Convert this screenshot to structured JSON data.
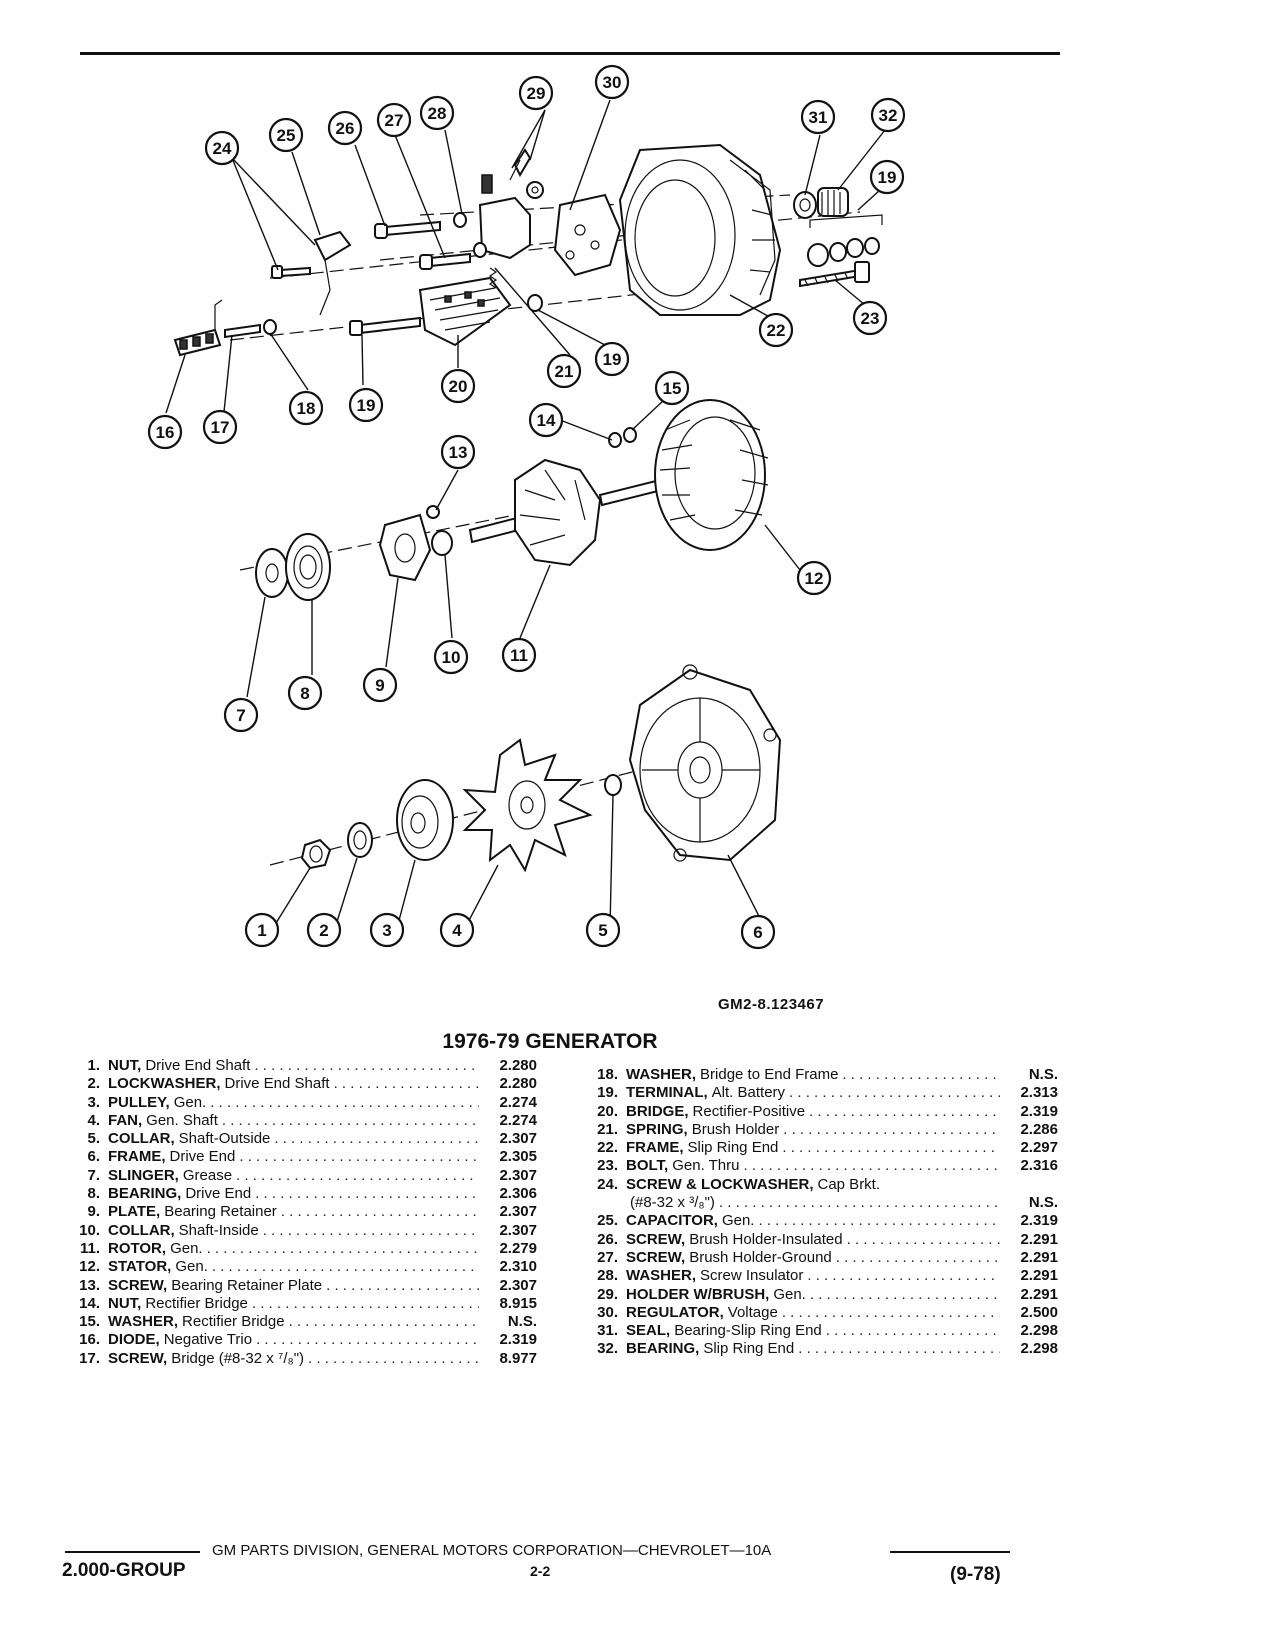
{
  "figure_id": "GM2-8.123467",
  "title": "1976-79 GENERATOR",
  "callouts": [
    "1",
    "2",
    "3",
    "4",
    "5",
    "6",
    "7",
    "8",
    "9",
    "10",
    "11",
    "12",
    "13",
    "14",
    "15",
    "16",
    "17",
    "18",
    "19",
    "20",
    "21",
    "22",
    "23",
    "24",
    "25",
    "26",
    "27",
    "28",
    "29",
    "30",
    "31",
    "32"
  ],
  "parts_left": [
    {
      "num": "1.",
      "name": "NUT,",
      "desc": "Drive End Shaft",
      "code": "2.280"
    },
    {
      "num": "2.",
      "name": "LOCKWASHER,",
      "desc": "Drive End Shaft",
      "code": "2.280"
    },
    {
      "num": "3.",
      "name": "PULLEY,",
      "desc": "Gen.",
      "code": "2.274"
    },
    {
      "num": "4.",
      "name": "FAN,",
      "desc": "Gen. Shaft",
      "code": "2.274"
    },
    {
      "num": "5.",
      "name": "COLLAR,",
      "desc": "Shaft-Outside",
      "code": "2.307"
    },
    {
      "num": "6.",
      "name": "FRAME,",
      "desc": "Drive End",
      "code": "2.305"
    },
    {
      "num": "7.",
      "name": "SLINGER,",
      "desc": "Grease",
      "code": "2.307"
    },
    {
      "num": "8.",
      "name": "BEARING,",
      "desc": "Drive End",
      "code": "2.306"
    },
    {
      "num": "9.",
      "name": "PLATE,",
      "desc": "Bearing Retainer",
      "code": "2.307"
    },
    {
      "num": "10.",
      "name": "COLLAR,",
      "desc": "Shaft-Inside",
      "code": "2.307"
    },
    {
      "num": "11.",
      "name": "ROTOR,",
      "desc": "Gen.",
      "code": "2.279"
    },
    {
      "num": "12.",
      "name": "STATOR,",
      "desc": "Gen.",
      "code": "2.310"
    },
    {
      "num": "13.",
      "name": "SCREW,",
      "desc": "Bearing Retainer Plate",
      "code": "2.307"
    },
    {
      "num": "14.",
      "name": "NUT,",
      "desc": "Rectifier Bridge",
      "code": "8.915"
    },
    {
      "num": "15.",
      "name": "WASHER,",
      "desc": "Rectifier Bridge",
      "code": "N.S."
    },
    {
      "num": "16.",
      "name": "DIODE,",
      "desc": "Negative Trio",
      "code": "2.319"
    },
    {
      "num": "17.",
      "name": "SCREW,",
      "desc": "Bridge (#8-32 x ⁷/₈\")",
      "code": "8.977"
    }
  ],
  "parts_right": [
    {
      "num": "18.",
      "name": "WASHER,",
      "desc": "Bridge to End Frame",
      "code": "N.S."
    },
    {
      "num": "19.",
      "name": "TERMINAL,",
      "desc": "Alt. Battery",
      "code": "2.313"
    },
    {
      "num": "20.",
      "name": "BRIDGE,",
      "desc": "Rectifier-Positive",
      "code": "2.319"
    },
    {
      "num": "21.",
      "name": "SPRING,",
      "desc": "Brush Holder",
      "code": "2.286"
    },
    {
      "num": "22.",
      "name": "FRAME,",
      "desc": "Slip Ring End",
      "code": "2.297"
    },
    {
      "num": "23.",
      "name": "BOLT,",
      "desc": "Gen. Thru",
      "code": "2.316"
    },
    {
      "num": "24.",
      "name": "SCREW & LOCKWASHER,",
      "desc": "Cap Brkt.",
      "code": ""
    },
    {
      "num": "",
      "name": "",
      "desc": "(#8-32 x ³/₈\")",
      "code": "N.S."
    },
    {
      "num": "25.",
      "name": "CAPACITOR,",
      "desc": "Gen.",
      "code": "2.319"
    },
    {
      "num": "26.",
      "name": "SCREW,",
      "desc": "Brush Holder-Insulated",
      "code": "2.291"
    },
    {
      "num": "27.",
      "name": "SCREW,",
      "desc": "Brush Holder-Ground",
      "code": "2.291"
    },
    {
      "num": "28.",
      "name": "WASHER,",
      "desc": "Screw Insulator",
      "code": "2.291"
    },
    {
      "num": "29.",
      "name": "HOLDER W/BRUSH,",
      "desc": "Gen.",
      "code": "2.291"
    },
    {
      "num": "30.",
      "name": "REGULATOR,",
      "desc": "Voltage",
      "code": "2.500"
    },
    {
      "num": "31.",
      "name": "SEAL,",
      "desc": "Bearing-Slip Ring End",
      "code": "2.298"
    },
    {
      "num": "32.",
      "name": "BEARING,",
      "desc": "Slip Ring End",
      "code": "2.298"
    }
  ],
  "footer": {
    "line": "GM PARTS DIVISION, GENERAL MOTORS CORPORATION—CHEVROLET—10A",
    "group": "2.000-GROUP",
    "page": "2-2",
    "date": "(9-78)"
  }
}
